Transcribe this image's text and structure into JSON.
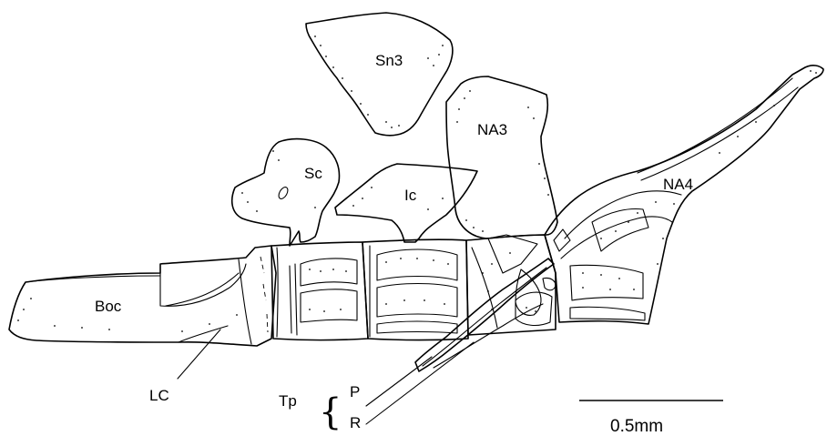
{
  "labels": {
    "sn3": "Sn3",
    "na3": "NA3",
    "na4": "NA4",
    "sc": "Sc",
    "ic": "Ic",
    "boc": "Boc",
    "lc": "LC",
    "tp": "Tp",
    "p": "P",
    "r": "R"
  },
  "scale_bar": {
    "label": "0.5mm"
  }
}
